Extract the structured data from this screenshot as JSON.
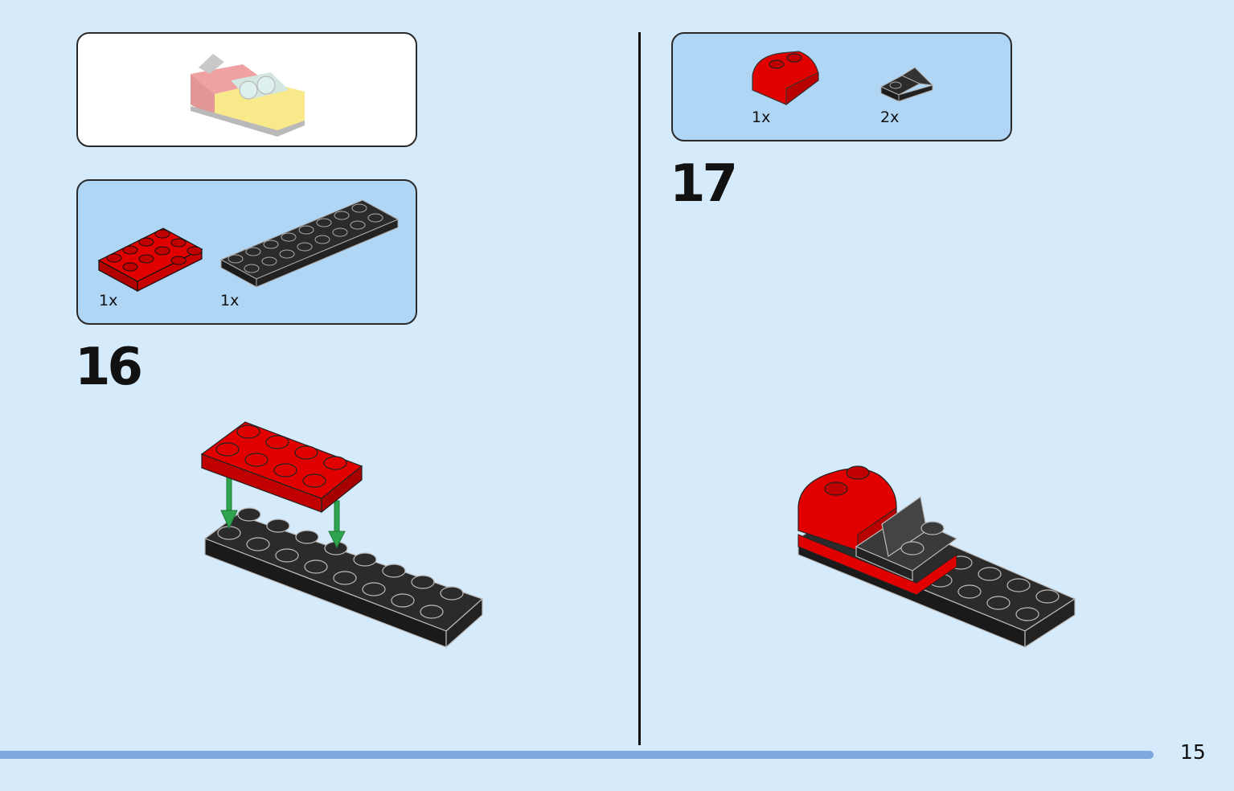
{
  "page": {
    "number": "15"
  },
  "left": {
    "parts": [
      {
        "qty": "1x",
        "part": "red-plate-2x4",
        "color": "#e00000"
      },
      {
        "qty": "1x",
        "part": "black-plate-2x8",
        "color": "#2b2b2b"
      }
    ],
    "step": "16"
  },
  "right": {
    "parts": [
      {
        "qty": "1x",
        "part": "red-curved-slope",
        "color": "#e00000"
      },
      {
        "qty": "2x",
        "part": "black-bracket",
        "color": "#2b2b2b"
      }
    ],
    "step": "17"
  },
  "colors": {
    "background": "#d5eafa",
    "parts_panel": "#b0d6f6",
    "red": "#e00000",
    "black": "#2b2b2b",
    "arrow": "#2ea44f",
    "footer_bar": "#7fa8dc"
  }
}
